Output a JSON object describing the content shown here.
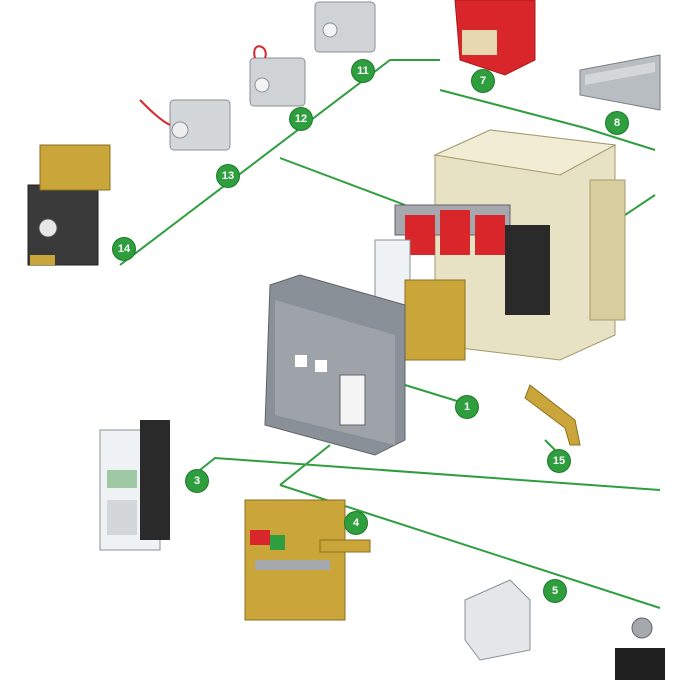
{
  "colors": {
    "line": "#2e9e3e",
    "callout_bg": "#2e9e3e",
    "callout_text": "#ffffff",
    "housing": "#e8e2c4",
    "red": "#d9262b",
    "grey": "#8a9097",
    "brass": "#c9a53a"
  },
  "callouts": {
    "c1": "1",
    "c3": "3",
    "c4": "4",
    "c5": "5",
    "c7": "7",
    "c8": "8",
    "c11": "11",
    "c12": "12",
    "c13": "13",
    "c14": "14",
    "c15": "15"
  }
}
